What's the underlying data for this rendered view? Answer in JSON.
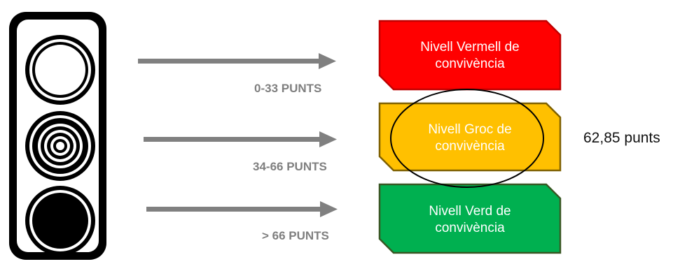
{
  "traffic_light": {
    "lights": [
      "empty-light",
      "concentric-rings-light",
      "filled-light"
    ]
  },
  "levels": [
    {
      "line1": "Nivell Vermell de",
      "line2": "convivència",
      "range": "0-33 PUNTS",
      "color": "#ff0000",
      "border": "#c00000"
    },
    {
      "line1": "Nivell Groc de",
      "line2": "convivència",
      "range": "34-66 PUNTS",
      "color": "#ffc000",
      "border": "#7f6000"
    },
    {
      "line1": "Nivell Verd de",
      "line2": "convivència",
      "range": "> 66 PUNTS",
      "color": "#00b050",
      "border": "#385723"
    }
  ],
  "highlight": "Nivell Groc de convivència",
  "score": "62,85 punts",
  "colors": {
    "arrow": "#808080",
    "light_frame": "#000000"
  }
}
